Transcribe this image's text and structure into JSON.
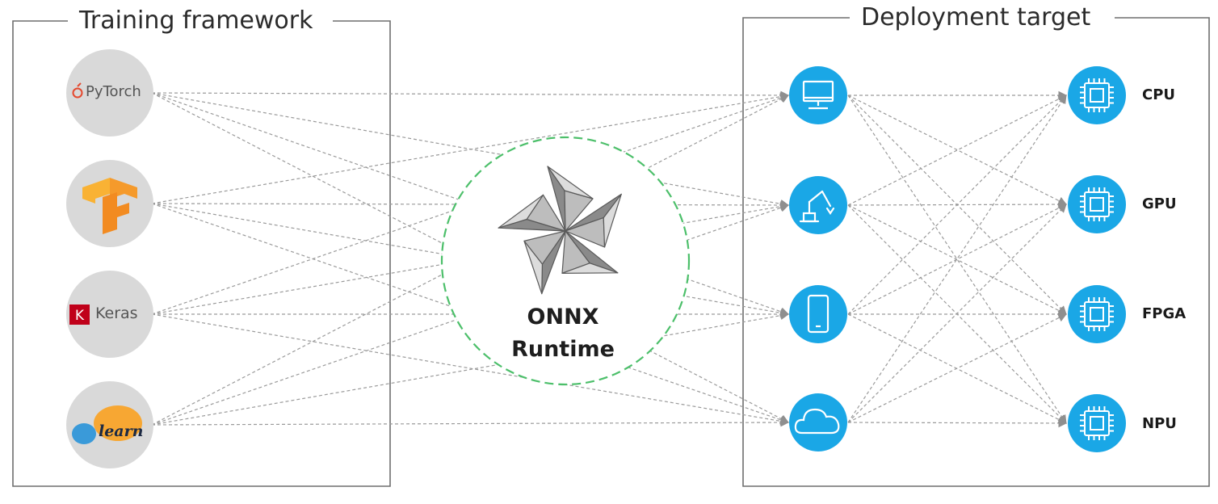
{
  "training_framework": {
    "title": "Training framework",
    "frameworks": [
      {
        "name": "pytorch",
        "label": "PyTorch",
        "icon": "pytorch-flame-icon"
      },
      {
        "name": "tensorflow",
        "icon": "tensorflow-logo-icon"
      },
      {
        "name": "keras",
        "label": "Keras",
        "badge": "K",
        "icon": "keras-logo-icon"
      },
      {
        "name": "scikit-learn",
        "label": "learn",
        "icon": "scikit-learn-logo-icon"
      }
    ]
  },
  "runtime": {
    "line1": "ONNX",
    "line2": "Runtime",
    "icon": "onnx-runtime-pinwheel-icon"
  },
  "deployment_target": {
    "title": "Deployment target",
    "devices": [
      {
        "name": "desktop",
        "icon": "desktop-computer-icon"
      },
      {
        "name": "robot-arm",
        "icon": "robot-arm-icon"
      },
      {
        "name": "mobile",
        "icon": "mobile-phone-icon"
      },
      {
        "name": "cloud",
        "icon": "cloud-icon"
      }
    ],
    "hardware": [
      {
        "name": "cpu",
        "label": "CPU",
        "icon": "chip-icon"
      },
      {
        "name": "gpu",
        "label": "GPU",
        "icon": "chip-icon"
      },
      {
        "name": "fpga",
        "label": "FPGA",
        "icon": "chip-icon"
      },
      {
        "name": "npu",
        "label": "NPU",
        "icon": "chip-icon"
      }
    ]
  },
  "colors": {
    "device_blue": "#1aa7e6",
    "framework_gray": "#d9d9d9",
    "connector_gray": "#9a9a9a",
    "runtime_border": "#4cbf6a",
    "pytorch_red": "#e4492f",
    "tensorflow_orange": "#f59a2b",
    "keras_red": "#c0001a",
    "sklearn_orange": "#f7a733",
    "sklearn_blue": "#3a9ad9"
  }
}
